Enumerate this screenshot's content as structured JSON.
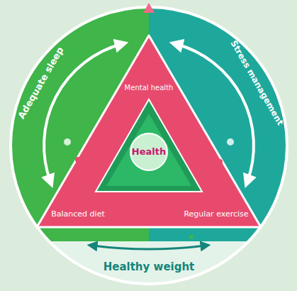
{
  "diagram": {
    "nodes": [
      {
        "text": [
          "Mental health"
        ]
      },
      {
        "text": [
          "Balanced diet"
        ]
      },
      {
        "text": [
          "Regular exercise"
        ]
      },
      {
        "text": [
          "Health"
        ]
      }
    ],
    "labels": [
      "Adequate sleep",
      "Stress management",
      "Healthy weight"
    ]
  }
}
